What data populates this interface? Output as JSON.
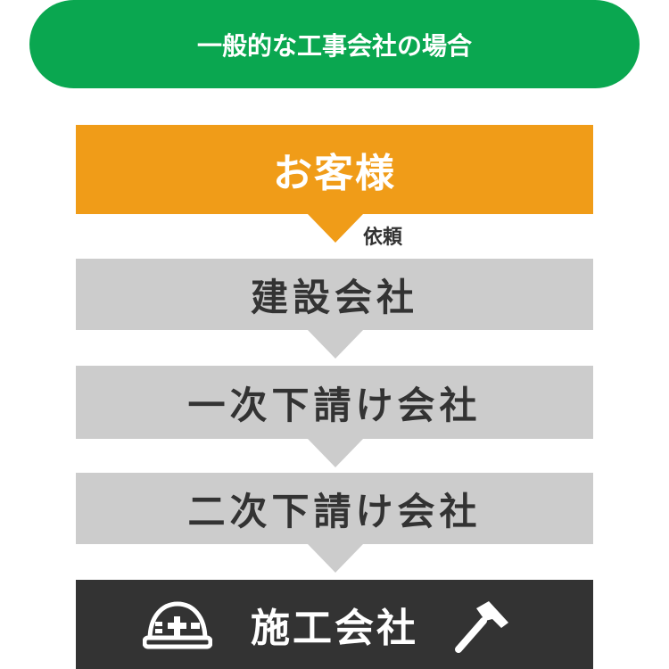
{
  "header": {
    "title": "一般的な工事会社の場合"
  },
  "flow": {
    "customer": "お客様",
    "request_label": "依頼",
    "contractor": "建設会社",
    "first_sub": "一次下請け会社",
    "second_sub": "二次下請け会社",
    "executor": "施工会社"
  },
  "icons": {
    "helmet": "helmet-icon",
    "hammer": "hammer-icon",
    "arrow": "triangle-down-icon"
  },
  "colors": {
    "header_green": "#0aa750",
    "customer_orange": "#f09c18",
    "step_gray": "#cccccc",
    "executor_dark": "#333333",
    "text_dark": "#333333",
    "text_light": "#ffffff"
  }
}
